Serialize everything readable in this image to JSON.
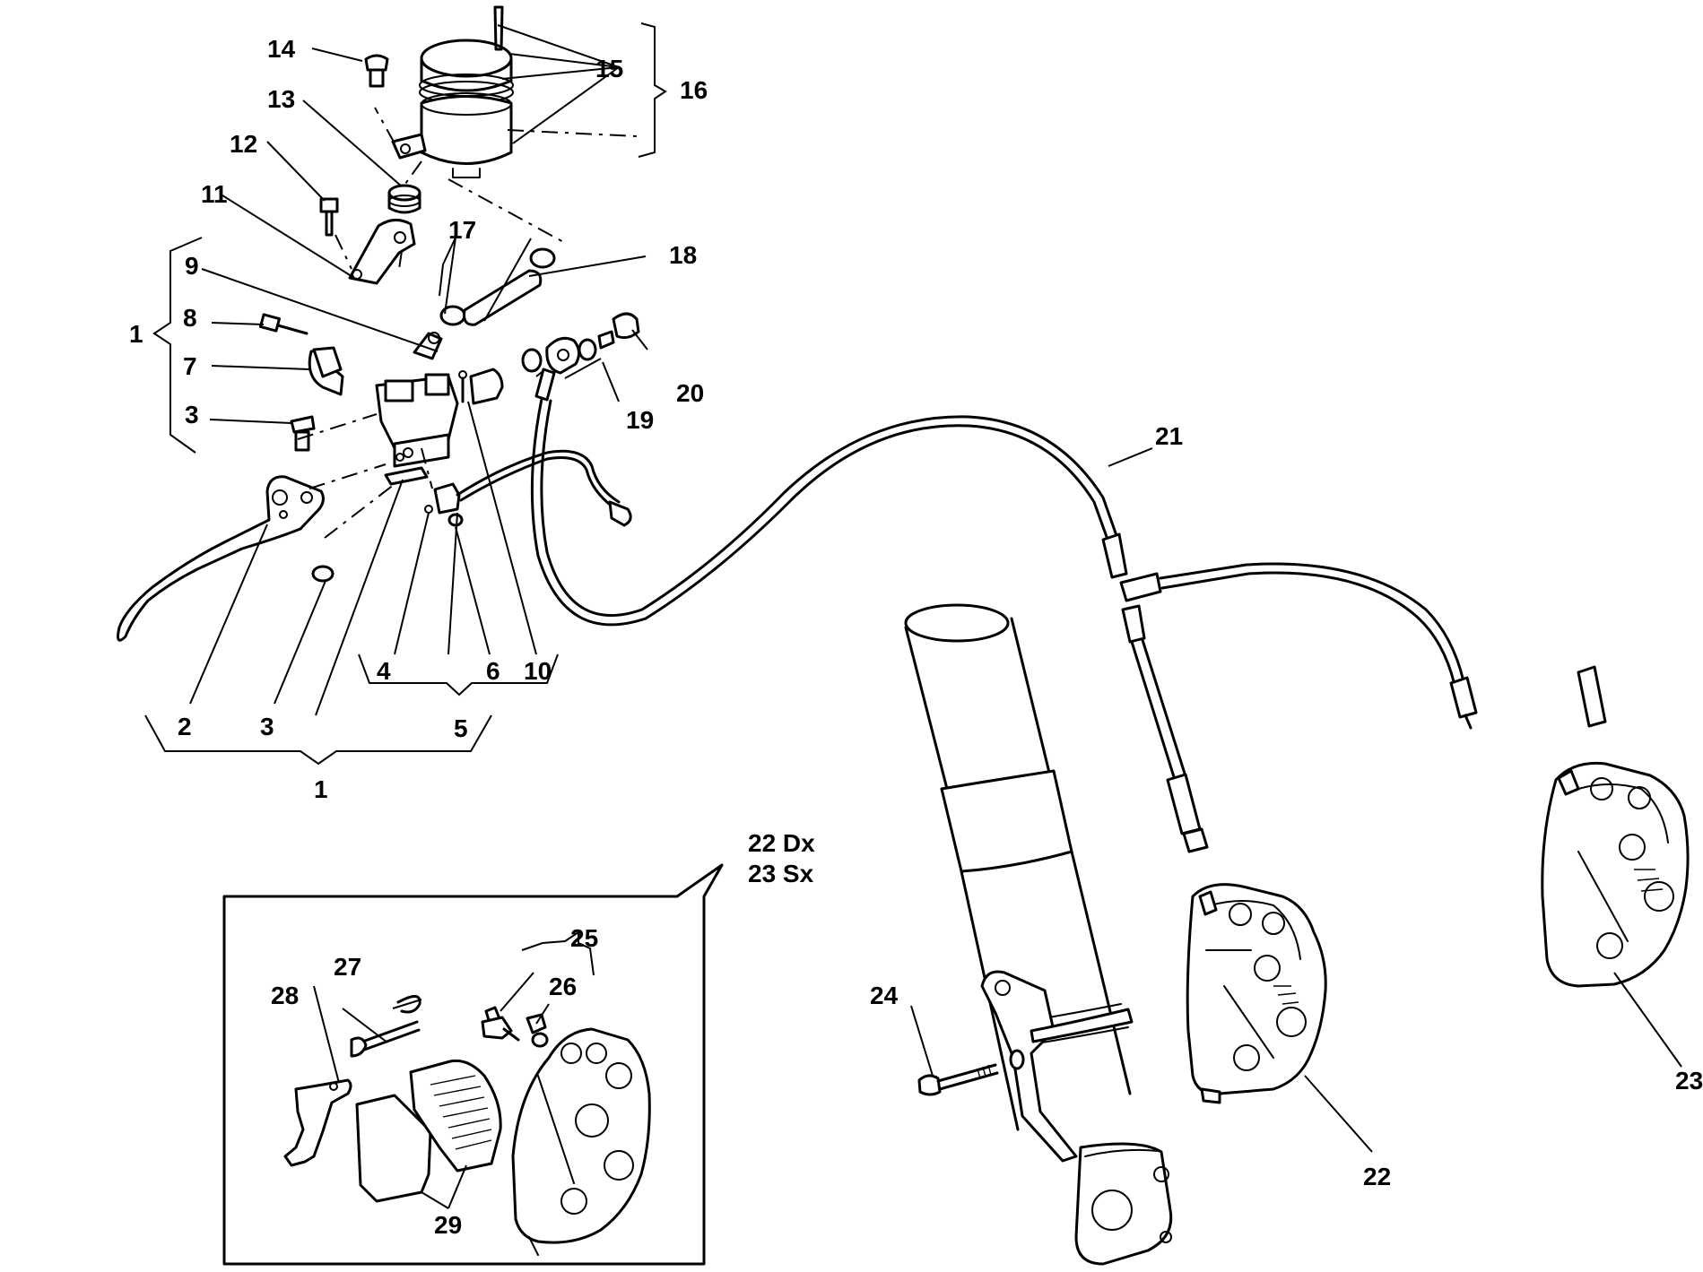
{
  "callouts": {
    "c1_left": "1",
    "c1_bottom": "1",
    "c2": "2",
    "c3_left": "3",
    "c3_bottom": "3",
    "c4": "4",
    "c5": "5",
    "c6": "6",
    "c7": "7",
    "c8": "8",
    "c9": "9",
    "c10": "10",
    "c11": "11",
    "c12": "12",
    "c13": "13",
    "c14": "14",
    "c15": "15",
    "c16": "16",
    "c17": "17",
    "c18": "18",
    "c19": "19",
    "c20": "20",
    "c21": "21",
    "c22_label": "22 Dx",
    "c23_label": "23 Sx",
    "c22": "22",
    "c23": "23",
    "c24": "24",
    "c25": "25",
    "c26": "26",
    "c27": "27",
    "c28": "28",
    "c29": "29"
  }
}
